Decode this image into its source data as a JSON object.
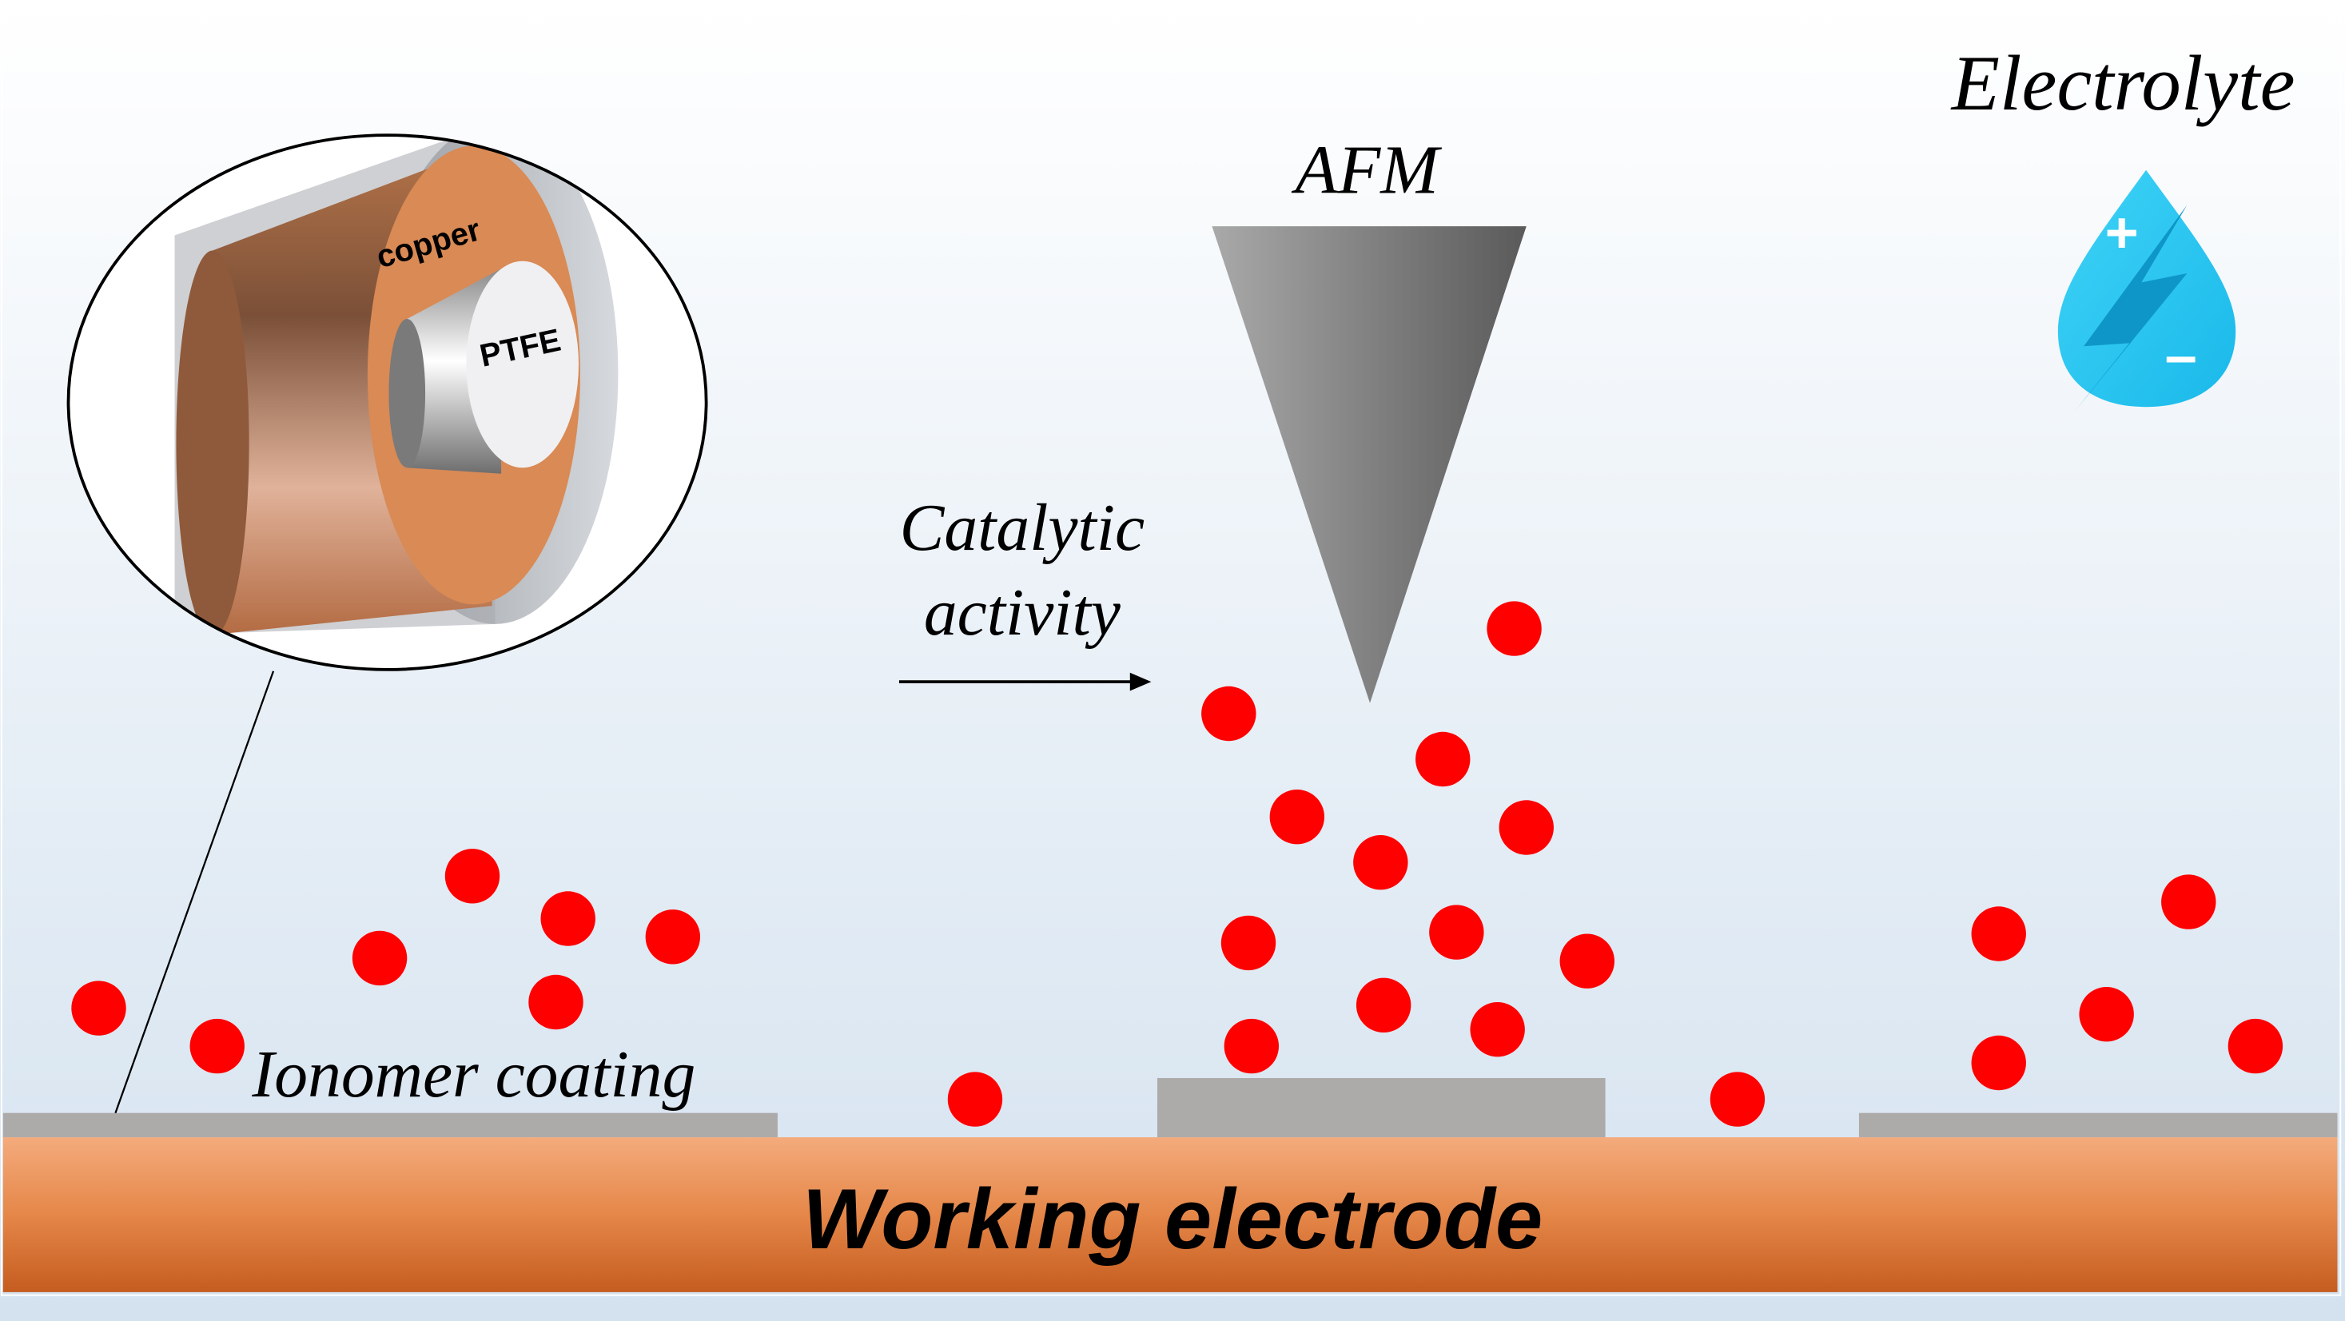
{
  "labels": {
    "electrolyte": "Electrolyte",
    "afm": "AFM",
    "catalytic_line1": "Catalytic",
    "catalytic_line2": "activity",
    "ionomer": "Ionomer coating",
    "working_electrode": "Working electrode",
    "copper": "copper",
    "ptfe": "PTFE"
  },
  "icons": {
    "electrolyte": "electrolyte-drop-icon",
    "plus_sign": "+",
    "minus_sign": "–"
  },
  "colors": {
    "particle": "#ff0000",
    "electrode_top": "#f3a878",
    "electrode_bottom": "#c85a1c",
    "coating": "#adaaaa",
    "copper": "#d98a55",
    "drop": "#2ec8f2",
    "background_top": "#ffffff",
    "background_bottom": "#d4e2ef"
  }
}
